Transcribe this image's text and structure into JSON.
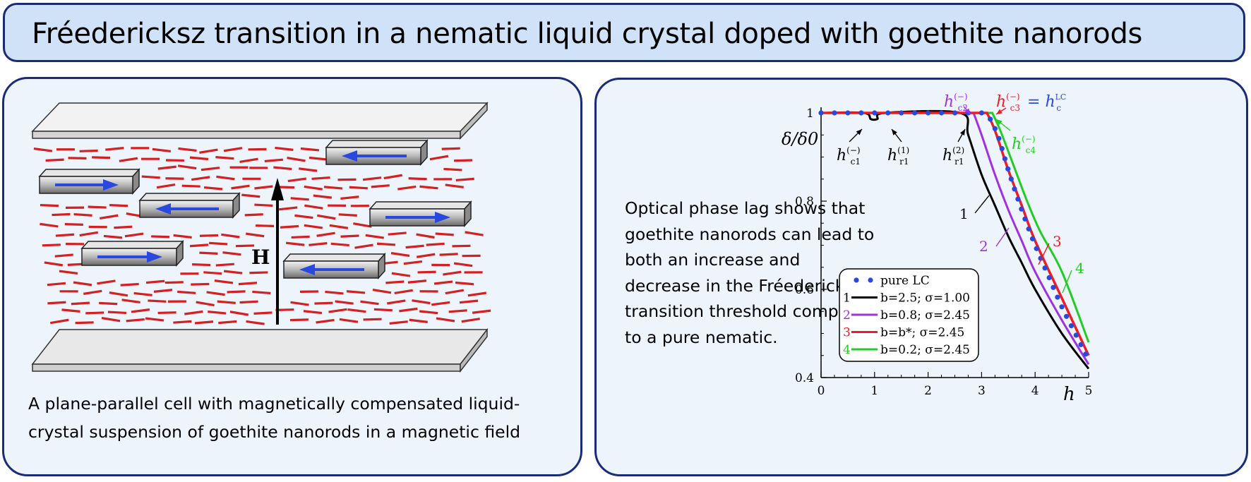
{
  "title": "Fréedericksz transition in a nematic liquid crystal doped with goethite nanorods",
  "left_panel": {
    "field_label": "H",
    "caption_line1": "A plane-parallel cell with magnetically compensated liquid-",
    "caption_line2": "crystal suspension of goethite nanorods in a magnetic field"
  },
  "right_panel": {
    "description": "Optical phase lag shows that goethite nanorods can lead to both an increase and decrease in the Fréedericksz transition threshold compared to a pure nematic."
  },
  "colors": {
    "title_bg": "#cfe2f8",
    "border": "#1a2b7a",
    "panel_bg": "#eef4fc",
    "lc_molecule": "#d42020",
    "nanorod_arrow": "#2848e0",
    "curve_1": "#000000",
    "curve_2": "#a030e0",
    "curve_3": "#ee1c24",
    "curve_4": "#22cc22",
    "pure_lc": "#2848e0"
  },
  "chart_data": {
    "type": "line",
    "xlabel": "h",
    "ylabel": "δ/δ0",
    "xlim": [
      0,
      5
    ],
    "ylim": [
      0.4,
      1
    ],
    "x_ticks": [
      "0",
      "1",
      "2",
      "3",
      "4",
      "5"
    ],
    "y_ticks": [
      "0.4",
      "0.6",
      "0.8",
      "1"
    ],
    "legend_position": "bottom-left",
    "legend": [
      {
        "key": "",
        "text": "pure LC",
        "style": "dots"
      },
      {
        "key": "1",
        "text": "b=2.5; σ=1.00"
      },
      {
        "key": "2",
        "text": "b=0.8; σ=2.45"
      },
      {
        "key": "3",
        "text": "b=b*; σ=2.45"
      },
      {
        "key": "4",
        "text": "b=0.2; σ=2.45"
      }
    ],
    "annotations": [
      "h(−)c1",
      "h(1)r1",
      "h(2)r1",
      "h(−)c2",
      "h(−)c3 = hcLC",
      "h(−)c4"
    ],
    "series": [
      {
        "name": "pure LC",
        "style": "dots",
        "threshold": 3.1,
        "x": [
          3.1,
          3.3,
          3.5,
          3.75,
          4.0,
          4.25,
          4.5,
          4.75,
          5.0
        ],
        "y": [
          1.0,
          0.95,
          0.87,
          0.78,
          0.7,
          0.63,
          0.56,
          0.5,
          0.44
        ]
      },
      {
        "name": "1",
        "style": "line",
        "label": "1",
        "threshold": 2.6,
        "x": [
          0,
          0.8,
          0.93,
          1.05,
          1.2,
          2.6,
          2.75,
          3.0,
          3.25,
          3.5,
          3.75,
          4.0,
          4.5,
          5.0
        ],
        "y": [
          1.0,
          1.0,
          0.986,
          0.986,
          1.0,
          1.0,
          0.95,
          0.86,
          0.79,
          0.72,
          0.66,
          0.6,
          0.5,
          0.42
        ]
      },
      {
        "name": "2",
        "style": "line",
        "label": "2",
        "threshold": 2.85,
        "x": [
          0,
          2.85,
          3.0,
          3.25,
          3.5,
          3.75,
          4.0,
          4.5,
          5.0
        ],
        "y": [
          1.0,
          1.0,
          0.95,
          0.86,
          0.78,
          0.71,
          0.64,
          0.53,
          0.43
        ]
      },
      {
        "name": "3",
        "style": "line",
        "label": "3",
        "threshold": 3.1,
        "x": [
          0,
          3.1,
          3.25,
          3.5,
          3.75,
          4.0,
          4.5,
          5.0
        ],
        "y": [
          1.0,
          1.0,
          0.96,
          0.87,
          0.79,
          0.71,
          0.58,
          0.45
        ]
      },
      {
        "name": "4",
        "style": "line",
        "label": "4",
        "threshold": 3.2,
        "x": [
          0,
          3.2,
          3.35,
          3.6,
          3.85,
          4.1,
          4.5,
          5.0
        ],
        "y": [
          1.0,
          1.0,
          0.96,
          0.88,
          0.8,
          0.73,
          0.64,
          0.48
        ]
      }
    ]
  }
}
